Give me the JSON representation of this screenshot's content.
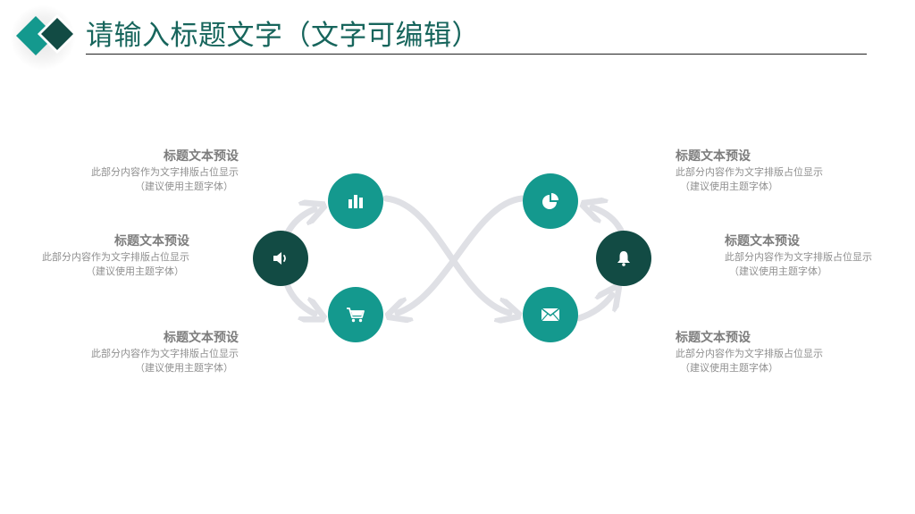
{
  "header": {
    "title": "请输入标题文字（文字可编辑）"
  },
  "colors": {
    "teal": "#14998e",
    "dark_teal": "#124b44",
    "title_green": "#17655c",
    "arrow_gray": "#dfe0e5"
  },
  "nodes": [
    {
      "id": "top-left",
      "icon": "bar-chart-icon"
    },
    {
      "id": "mid-left",
      "icon": "speaker-icon"
    },
    {
      "id": "bottom-left",
      "icon": "shopping-cart-icon"
    },
    {
      "id": "top-right",
      "icon": "pie-chart-icon"
    },
    {
      "id": "mid-right",
      "icon": "bell-icon"
    },
    {
      "id": "bottom-right",
      "icon": "envelope-icon"
    }
  ],
  "blocks": {
    "left_top": {
      "title": "标题文本预设",
      "line1": "此部分内容作为文字排版占位显示",
      "line2": "（建议使用主题字体）"
    },
    "left_mid": {
      "title": "标题文本预设",
      "line1": "此部分内容作为文字排版占位显示",
      "line2": "（建议使用主题字体）"
    },
    "left_bottom": {
      "title": "标题文本预设",
      "line1": "此部分内容作为文字排版占位显示",
      "line2": "（建议使用主题字体）"
    },
    "right_top": {
      "title": "标题文本预设",
      "line1": "此部分内容作为文字排版占位显示",
      "line2": "（建议使用主题字体）"
    },
    "right_mid": {
      "title": "标题文本预设",
      "line1": "此部分内容作为文字排版占位显示",
      "line2": "（建议使用主题字体）"
    },
    "right_bottom": {
      "title": "标题文本预设",
      "line1": "此部分内容作为文字排版占位显示",
      "line2": "（建议使用主题字体）"
    }
  }
}
